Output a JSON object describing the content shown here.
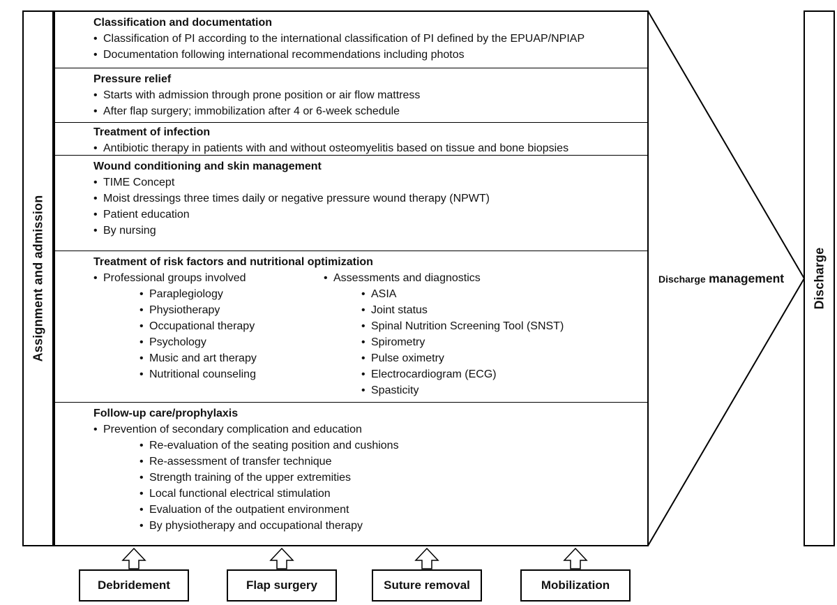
{
  "diagram": {
    "left_bar_label": "Assignment and admission",
    "right_bar_label": "Discharge",
    "arrow_label_small": "Discharge",
    "arrow_label_large": "management",
    "sections": [
      {
        "title": "Classification and documentation",
        "bullets": [
          "Classification of PI according to the international classification of PI defined by the EPUAP/NPIAP",
          "Documentation following international recommendations including photos"
        ]
      },
      {
        "title": "Pressure relief",
        "bullets": [
          "Starts with admission through prone position or air flow mattress",
          "After flap surgery; immobilization after 4 or 6-week schedule"
        ]
      },
      {
        "title": "Treatment of infection",
        "bullets": [
          "Antibiotic therapy in patients with and without osteomyelitis based on tissue and bone biopsies"
        ]
      },
      {
        "title": "Wound conditioning and skin management",
        "bullets": [
          "TIME Concept",
          "Moist dressings three times daily or negative pressure wound therapy (NPWT)",
          "Patient education",
          "By nursing"
        ]
      },
      {
        "title": "Treatment of risk factors and nutritional optimization",
        "columns": [
          {
            "lead": "Professional groups involved",
            "items": [
              "Paraplegiology",
              "Physiotherapy",
              "Occupational therapy",
              "Psychology",
              "Music and art therapy",
              "Nutritional counseling"
            ]
          },
          {
            "lead": "Assessments and diagnostics",
            "items": [
              "ASIA",
              "Joint status",
              "Spinal Nutrition Screening Tool (SNST)",
              "Spirometry",
              "Pulse oximetry",
              "Electrocardiogram (ECG)",
              "Spasticity"
            ]
          }
        ]
      },
      {
        "title": "Follow-up care/prophylaxis",
        "lead": "Prevention of secondary complication and education",
        "items": [
          "Re-evaluation of the seating position and cushions",
          "Re-assessment of transfer technique",
          "Strength training of the upper extremities",
          "Local functional electrical stimulation",
          "Evaluation of the outpatient environment",
          "By physiotherapy and occupational therapy"
        ]
      }
    ],
    "milestones": [
      "Debridement",
      "Flap surgery",
      "Suture removal",
      "Mobilization"
    ],
    "line_color": "#000000",
    "background_color": "#ffffff"
  }
}
